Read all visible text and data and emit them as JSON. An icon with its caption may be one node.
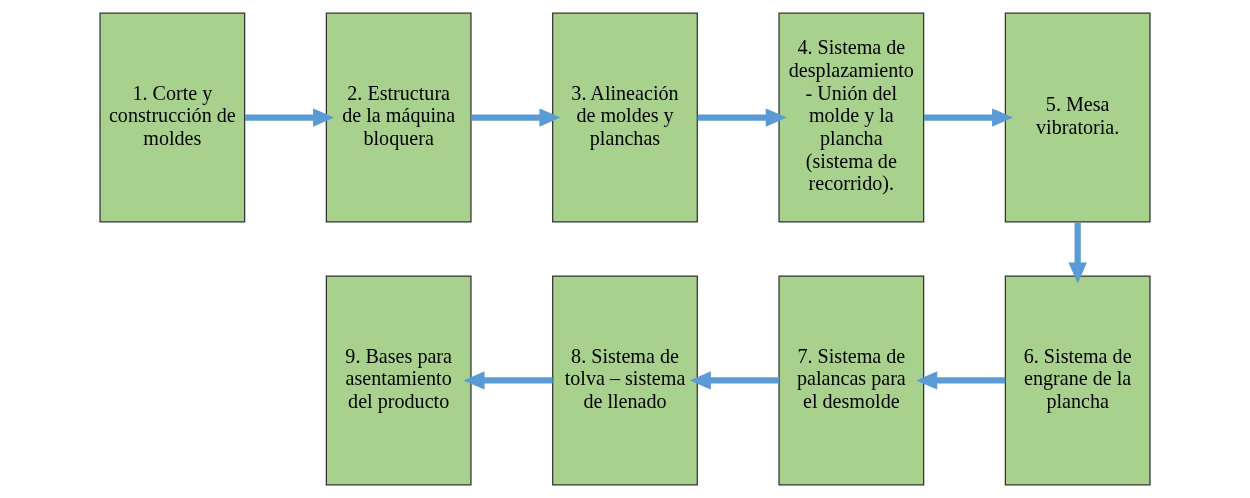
{
  "diagram": {
    "nodes": [
      {
        "text": [
          "1. Corte y construcción de moldes"
        ]
      },
      {
        "text": [
          "2. Estructura de la máquina bloquera"
        ]
      },
      {
        "text": [
          "3. Alineación de moldes y planchas"
        ]
      },
      {
        "text": [
          "4. Sistema de desplazamiento - Unión del molde y la plancha (sistema de recorrido)."
        ]
      },
      {
        "text": [
          "5. Mesa vibratoria."
        ]
      },
      {
        "text": [
          "6. Sistema de engrane de la plancha"
        ]
      },
      {
        "text": [
          "7. Sistema de palancas para el desmolde"
        ]
      },
      {
        "text": [
          "8. Sistema de tolva – sistema de llenado"
        ]
      },
      {
        "text": [
          "9. Bases para asentamiento del producto"
        ]
      }
    ],
    "edges": [
      {
        "from": 0,
        "to": 1,
        "arrow": "to"
      },
      {
        "from": 1,
        "to": 2,
        "arrow": "to"
      },
      {
        "from": 2,
        "to": 3,
        "arrow": "to"
      },
      {
        "from": 3,
        "to": 4,
        "arrow": "to"
      },
      {
        "from": 4,
        "to": 5,
        "arrow": "to"
      },
      {
        "from": 5,
        "to": 6,
        "arrow": "to"
      },
      {
        "from": 6,
        "to": 7,
        "arrow": "to"
      },
      {
        "from": 7,
        "to": 8,
        "arrow": "to"
      }
    ]
  }
}
